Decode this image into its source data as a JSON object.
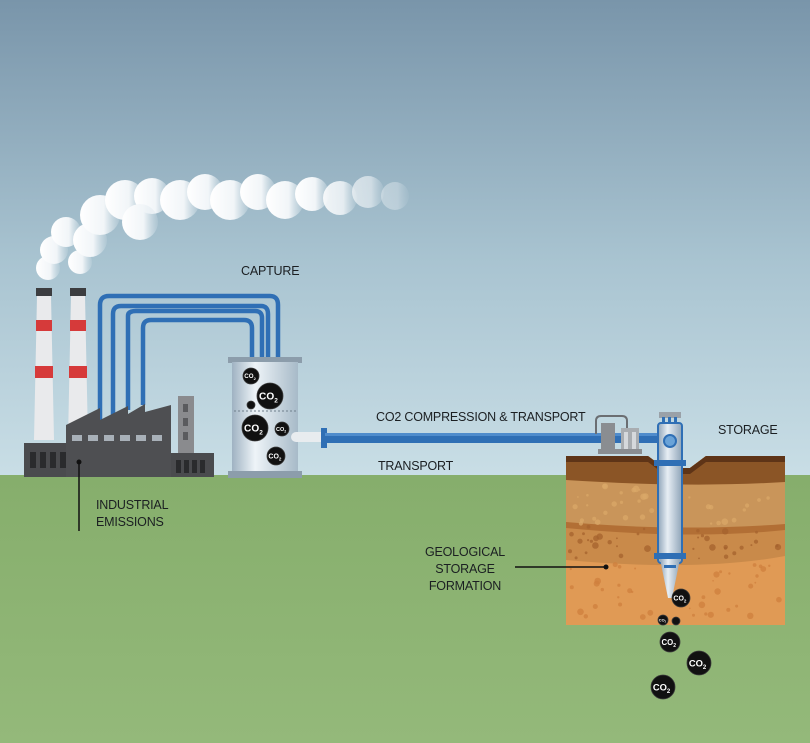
{
  "diagram": {
    "title": "Carbon Capture and Storage Process",
    "labels": {
      "capture": "CAPTURE",
      "compression": "CO2 COMPRESSION & TRANSPORT",
      "transport": "TRANSPORT",
      "storage": "STORAGE",
      "industrial_line1": "INDUSTRIAL",
      "industrial_line2": "EMISSIONS",
      "geo_line1": "GEOLOGICAL",
      "geo_line2": "STORAGE",
      "geo_line3": "FORMATION"
    },
    "molecule_label": "CO",
    "molecule_subscript": "2",
    "stages": [
      "Industrial Emissions",
      "Capture",
      "CO2 Compression & Transport",
      "Storage"
    ],
    "colors": {
      "sky_top": "#7a96ab",
      "sky_bottom": "#c7dde6",
      "ground": "#8db472",
      "pipe_blue": "#2f6fb5",
      "stack_red": "#d63a3a",
      "factory_gray": "#4e4f52",
      "molecule": "#111111",
      "soil_top": "#7a4a22",
      "soil_mid": "#b87a3f",
      "soil_deep": "#e09a55"
    }
  }
}
